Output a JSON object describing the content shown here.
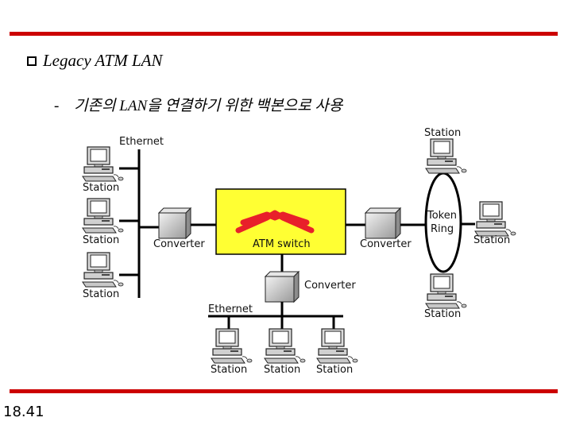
{
  "slide": {
    "title": "Legacy ATM LAN",
    "subtitle_dash": "-",
    "subtitle": "기존의 LAN을 연결하기 위한 백본으로 사용",
    "page_number": "18.41",
    "rule_color": "#cc0000"
  },
  "diagram": {
    "ethernet_left_label": "Ethernet",
    "ethernet_bottom_label": "Ethernet",
    "station_label": "Station",
    "converter_label": "Converter",
    "atm_switch_label": "ATM switch",
    "token_ring_label_line1": "Token",
    "token_ring_label_line2": "Ring",
    "atm_switch_color": "#ffff33",
    "switch_symbol_color": "#e8202a",
    "left_stations": [
      "Station",
      "Station",
      "Station"
    ],
    "bottom_stations": [
      "Station",
      "Station",
      "Station"
    ],
    "ring_stations": [
      "Station",
      "Station",
      "Station"
    ]
  }
}
